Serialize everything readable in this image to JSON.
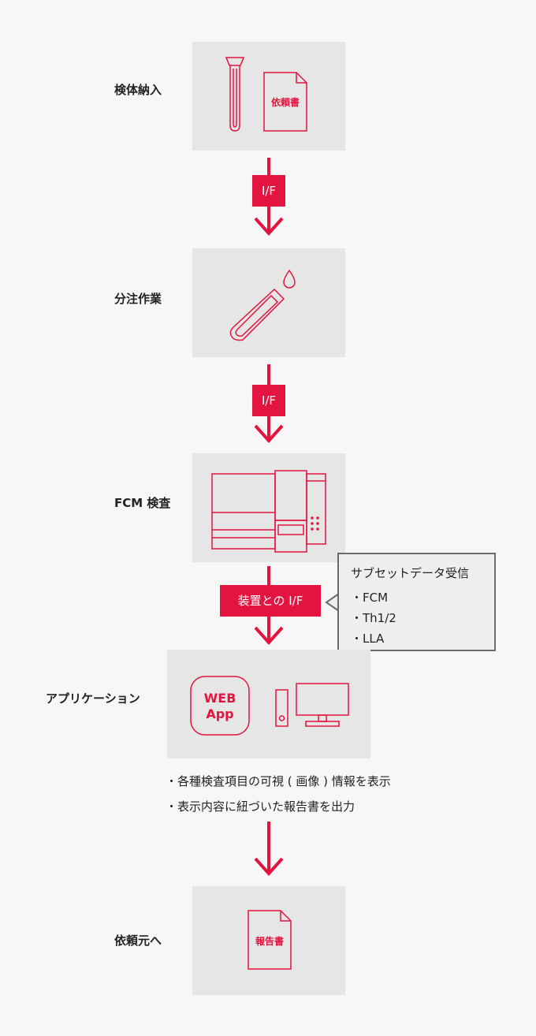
{
  "colors": {
    "accent": "#e3143f",
    "box": "#e6e6e6",
    "background": "#f7f7f7"
  },
  "steps": {
    "receive": {
      "label": "検体納入",
      "doc_label": "依頼書",
      "icons": [
        "test-tube-icon",
        "document-icon"
      ]
    },
    "dispense": {
      "label": "分注作業",
      "icons": [
        "pipette-tube-icon"
      ]
    },
    "fcm": {
      "label": "FCM 検査",
      "icons": [
        "flow-cytometer-icon"
      ]
    },
    "app": {
      "label": "アプリケーション",
      "web_line1": "WEB",
      "web_line2": "App",
      "icons": [
        "web-app-icon",
        "desktop-pc-icon"
      ]
    },
    "return": {
      "label": "依頼元へ",
      "doc_label": "報告書",
      "icons": [
        "document-icon"
      ]
    }
  },
  "connectors": {
    "if1": "I/F",
    "if2": "I/F",
    "if3": "装置との I/F"
  },
  "callout": {
    "title": "サブセットデータ受信",
    "items": [
      "・FCM",
      "・Th1/2",
      "・LLA"
    ]
  },
  "notes": [
    "・各種検査項目の可視 ( 画像 ) 情報を表示",
    "・表示内容に紐づいた報告書を出力"
  ]
}
